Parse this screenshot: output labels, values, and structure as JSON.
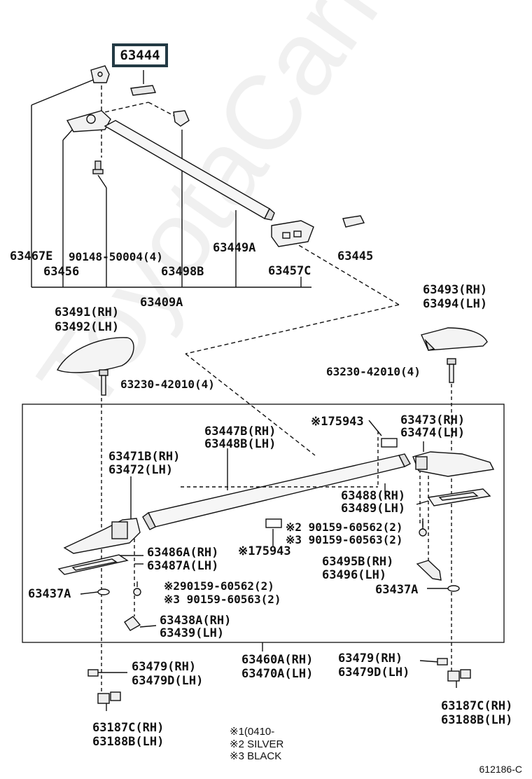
{
  "watermark": "ToyotaCarMine.ru",
  "highlighted_part": "63444",
  "labels": {
    "p63467e": "63467E",
    "p90148": "90148-50004(4)",
    "p63449a": "63449A",
    "p63445": "63445",
    "p63456": "63456",
    "p63498b": "63498B",
    "p63457c": "63457C",
    "p63409a": "63409A",
    "p63491": "63491(RH)",
    "p63492": "63492(LH)",
    "p63493": "63493(RH)",
    "p63494": "63494(LH)",
    "p63230_left": "63230-42010(4)",
    "p63230_right": "63230-42010(4)",
    "p75943_top": "※175943",
    "p63447b": "63447B(RH)",
    "p63448b": "63448B(LH)",
    "p63473": "63473(RH)",
    "p63474": "63474(LH)",
    "p63471b": "63471B(RH)",
    "p63472": "63472(LH)",
    "p63488": "63488(RH)",
    "p63489": "63489(LH)",
    "p90159_62_r": "※2 90159-60562(2)",
    "p90159_63_r": "※3 90159-60563(2)",
    "p63486a": "63486A(RH)",
    "p63487a": "63487A(LH)",
    "p75943_mid": "※175943",
    "p63495b": "63495B(RH)",
    "p63496": "63496(LH)",
    "p63437a_left": "63437A",
    "p90159_62_l": "※290159-60562(2)",
    "p90159_63_l": "※3 90159-60563(2)",
    "p63437a_right": "63437A",
    "p63438a": "63438A(RH)",
    "p63439": "63439(LH)",
    "p63479_left": "63479(RH)",
    "p63479d_left": "63479D(LH)",
    "p63460a": "63460A(RH)",
    "p63470a": "63470A(LH)",
    "p63479_right": "63479(RH)",
    "p63479d_right": "63479D(LH)",
    "p63187c_left": "63187C(RH)",
    "p63188b_left": "63188B(LH)",
    "p63187c_right": "63187C(RH)",
    "p63188b_right": "63188B(LH)"
  },
  "notes": {
    "n1": "※1(0410-",
    "n2": "※2 SILVER",
    "n3": "※3 BLACK"
  },
  "ref_code": "612186-C"
}
